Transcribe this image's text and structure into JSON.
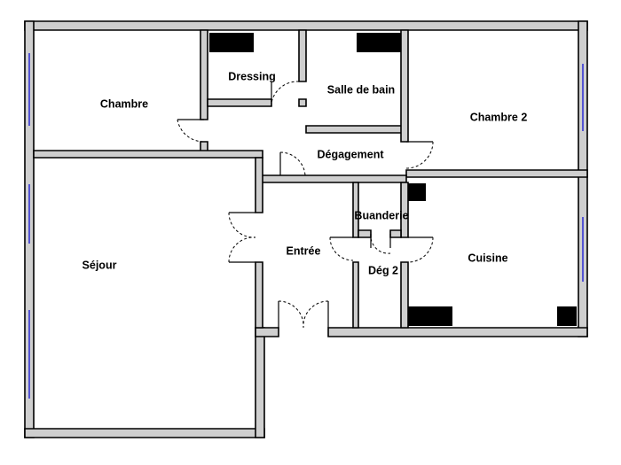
{
  "plan": {
    "rooms": {
      "chambre": "Chambre",
      "dressing": "Dressing",
      "salle_de_bain": "Salle de bain",
      "chambre_2": "Chambre 2",
      "degagement": "Dégagement",
      "buanderie": "Buanderie",
      "sejour": "Séjour",
      "entree": "Entrée",
      "deg_2": "Dég 2",
      "cuisine": "Cuisine"
    },
    "colors": {
      "wall_fill": "#cfcfcf",
      "wall_outline": "#000000",
      "fixture": "#000000",
      "window": "#2b2bd6"
    }
  }
}
